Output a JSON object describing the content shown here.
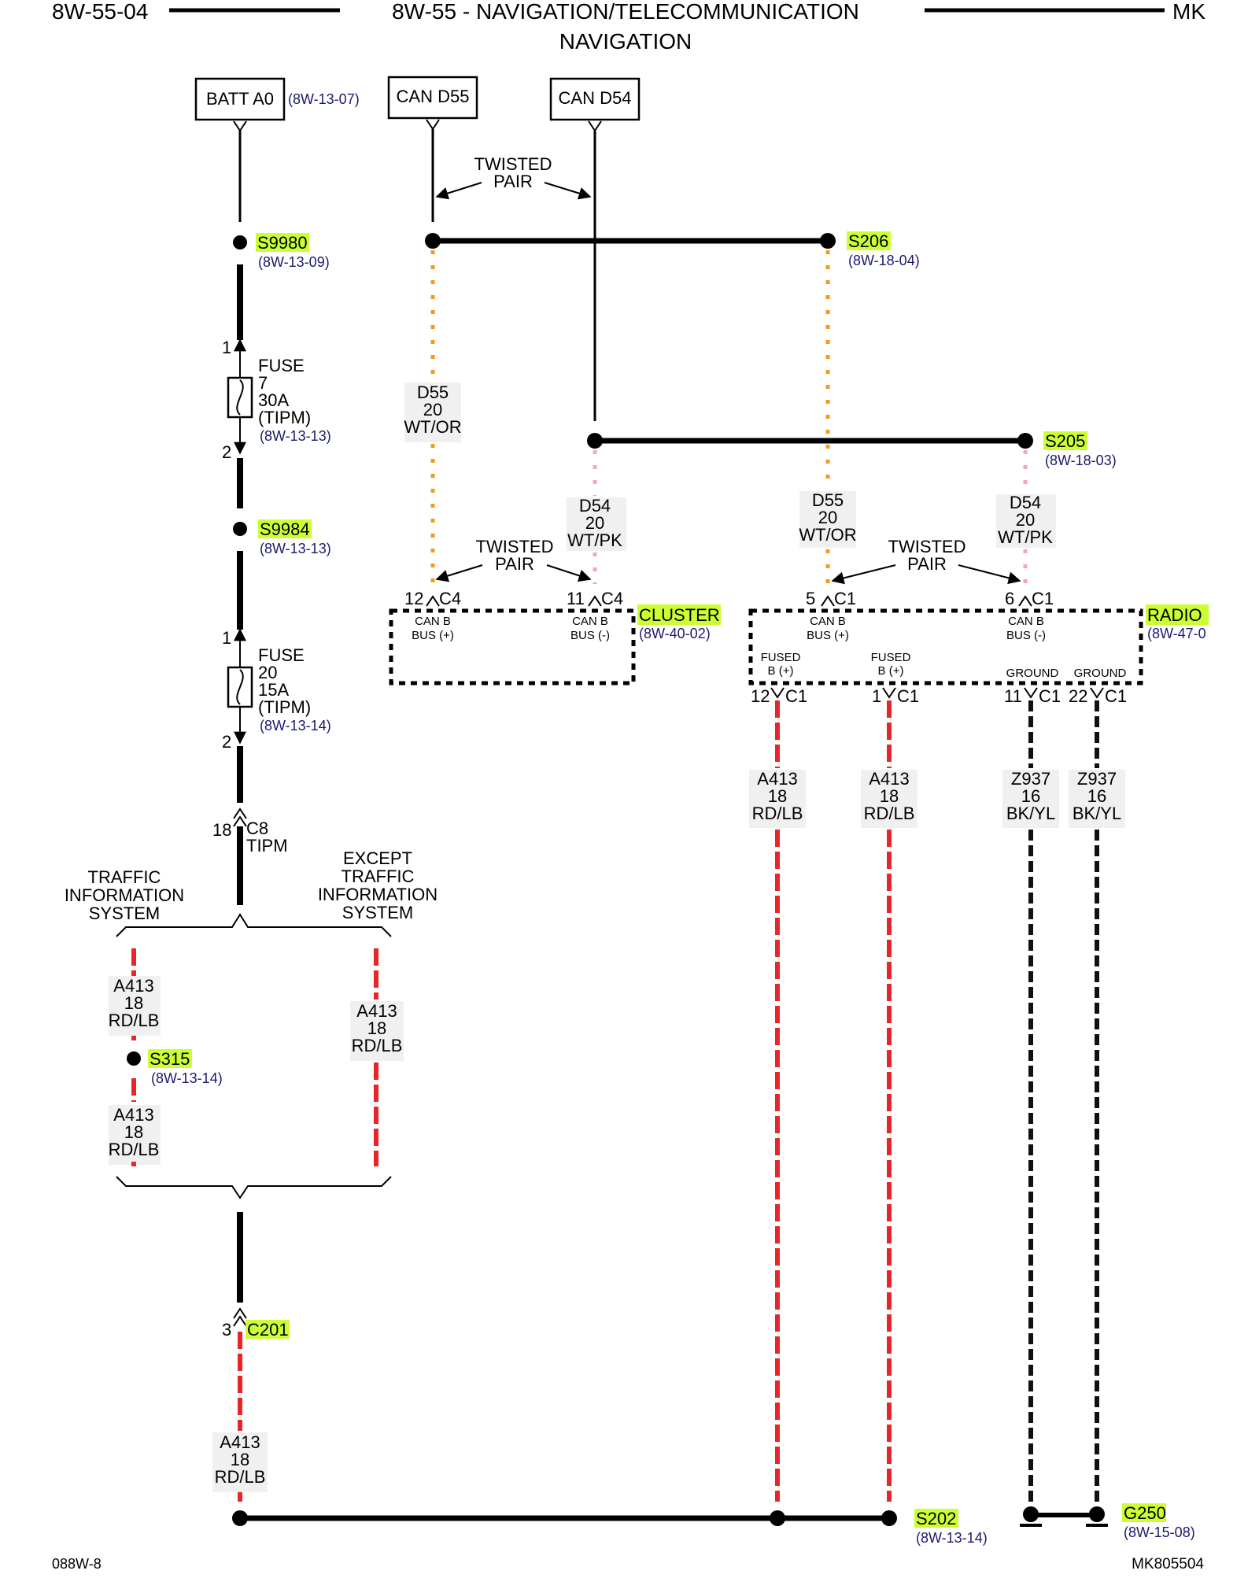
{
  "header": {
    "left_code": "8W-55-04",
    "title_line1": "8W-55 - NAVIGATION/TELECOMMUNICATION",
    "title_line2": "NAVIGATION",
    "right_code": "MK"
  },
  "footer": {
    "left": "088W-8",
    "right": "MK805504"
  },
  "sources": {
    "batt": {
      "name": "BATT A0",
      "ref": "(8W-13-07)"
    },
    "can_d55": {
      "name": "CAN D55"
    },
    "can_d54": {
      "name": "CAN D54"
    }
  },
  "twisted_pair": {
    "line1": "TWISTED",
    "line2": "PAIR"
  },
  "splices": {
    "s9980": {
      "id": "S9980",
      "ref": "(8W-13-09)"
    },
    "s9984": {
      "id": "S9984",
      "ref": "(8W-13-13)"
    },
    "s206": {
      "id": "S206",
      "ref": "(8W-18-04)"
    },
    "s205": {
      "id": "S205",
      "ref": "(8W-18-03)"
    },
    "s315": {
      "id": "S315",
      "ref": "(8W-13-14)"
    },
    "s202": {
      "id": "S202",
      "ref": "(8W-13-14)"
    },
    "g250": {
      "id": "G250",
      "ref": "(8W-15-08)"
    }
  },
  "fuses": {
    "f7": {
      "pin_top": "1",
      "pin_bottom": "2",
      "l1": "FUSE",
      "l2": "7",
      "l3": "30A",
      "l4": "(TIPM)",
      "ref": "(8W-13-13)"
    },
    "f20": {
      "pin_top": "1",
      "pin_bottom": "2",
      "l1": "FUSE",
      "l2": "20",
      "l3": "15A",
      "l4": "(TIPM)",
      "ref": "(8W-13-14)"
    }
  },
  "tipm_conn": {
    "pin": "18",
    "conn": "C8",
    "name": "TIPM"
  },
  "c201": {
    "pin": "3",
    "conn": "C201"
  },
  "branches": {
    "left": {
      "l1": "TRAFFIC",
      "l2": "INFORMATION",
      "l3": "SYSTEM"
    },
    "right": {
      "l1": "EXCEPT",
      "l2": "TRAFFIC",
      "l3": "INFORMATION",
      "l4": "SYSTEM"
    }
  },
  "wires": {
    "d55": {
      "circuit": "D55",
      "gauge": "20",
      "color": "WT/OR"
    },
    "d54": {
      "circuit": "D54",
      "gauge": "20",
      "color": "WT/PK"
    },
    "a413": {
      "circuit": "A413",
      "gauge": "18",
      "color": "RD/LB"
    },
    "z937": {
      "circuit": "Z937",
      "gauge": "16",
      "color": "BK/YL"
    }
  },
  "cluster": {
    "name": "CLUSTER",
    "ref": "(8W-40-02)",
    "pin_plus": {
      "pin": "12",
      "conn": "C4",
      "fn1": "CAN B",
      "fn2": "BUS (+)"
    },
    "pin_minus": {
      "pin": "11",
      "conn": "C4",
      "fn1": "CAN B",
      "fn2": "BUS (-)"
    }
  },
  "radio": {
    "name": "RADIO",
    "ref": "(8W-47-0",
    "pin_plus": {
      "pin": "5",
      "conn": "C1",
      "fn1": "CAN B",
      "fn2": "BUS (+)"
    },
    "pin_minus": {
      "pin": "6",
      "conn": "C1",
      "fn1": "CAN B",
      "fn2": "BUS (-)"
    },
    "fused1": {
      "pin": "12",
      "conn": "C1",
      "fn1": "FUSED",
      "fn2": "B (+)"
    },
    "fused2": {
      "pin": "1",
      "conn": "C1",
      "fn1": "FUSED",
      "fn2": "B (+)"
    },
    "gnd1": {
      "pin": "11",
      "conn": "C1",
      "fn1": "GROUND"
    },
    "gnd2": {
      "pin": "22",
      "conn": "C1",
      "fn1": "GROUND"
    }
  },
  "colors": {
    "wire_rd_lb": "#e8262a",
    "wire_rd_lb_stripe": "#9fb4d8",
    "wire_wt_or": "#f39a1e",
    "wire_wt_pk": "#f4a7b9",
    "wire_bk_yl": "#111111",
    "wire_bk_yl_stripe": "#e8e82a",
    "highlight": "#ccff33"
  }
}
